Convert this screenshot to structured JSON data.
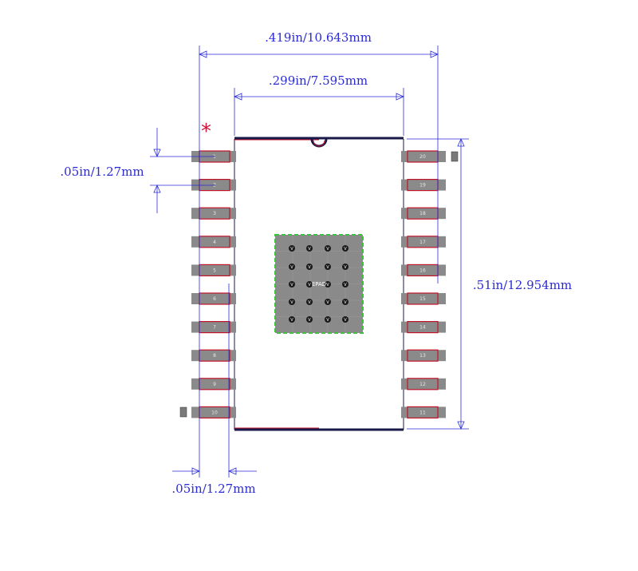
{
  "dimensions": {
    "overall_width": ".419in/10.643mm",
    "body_width": ".299in/7.595mm",
    "pitch_left": ".05in/1.27mm",
    "pitch_bottom": ".05in/1.27mm",
    "length": ".51in/12.954mm"
  },
  "pin1_marker": "*",
  "epad_label": "EPAD",
  "via_label": "V",
  "pins_left": [
    "1",
    "2",
    "3",
    "4",
    "5",
    "6",
    "7",
    "8",
    "9",
    "10"
  ],
  "pins_right": [
    "20",
    "19",
    "18",
    "17",
    "16",
    "15",
    "14",
    "13",
    "12",
    "11"
  ],
  "colors": {
    "dimension": "#2b2bd6",
    "pad_outline": "#c0142a",
    "pad_fill": "#8a8a8a",
    "epad_outline": "#39c43a",
    "marker": "#d4143a",
    "body_outline": "#1a1a4a"
  }
}
